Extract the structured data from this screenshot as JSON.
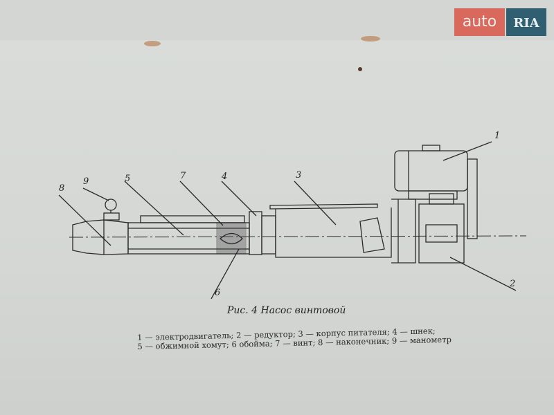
{
  "watermark": {
    "auto": "auto",
    "ria": "RIA"
  },
  "diagram": {
    "labels": [
      "1",
      "2",
      "3",
      "4",
      "5",
      "6",
      "7",
      "8",
      "9"
    ],
    "caption": "Рис. 4  Насос винтовой",
    "legend_line1": "1 — электродвигатель; 2 — редуктор; 3 — корпус питателя; 4 — шнек;",
    "legend_line2": "5 — обжимной хомут; 6 обойма; 7 — винт; 8 — наконечник; 9 — манометр"
  }
}
